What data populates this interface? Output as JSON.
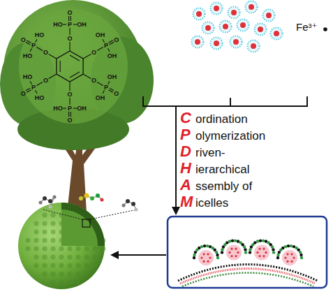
{
  "diagram": {
    "labels": [
      "O",
      "P",
      "O",
      "OH",
      "HO",
      "O",
      "P",
      "O",
      "OH",
      "OH",
      "O",
      "P",
      "O",
      "OH",
      "OH",
      "O",
      "P",
      "O",
      "HO",
      "OH",
      "O",
      "P",
      "O",
      "HO",
      "HO",
      "O",
      "P",
      "O",
      "HO",
      "HO",
      "Fe³⁺",
      "C",
      "ordination",
      "P",
      "olymerization",
      "D",
      "riven-",
      "H",
      "ierarchical",
      "A",
      "ssembly of",
      "M",
      "icelles"
    ]
  }
}
